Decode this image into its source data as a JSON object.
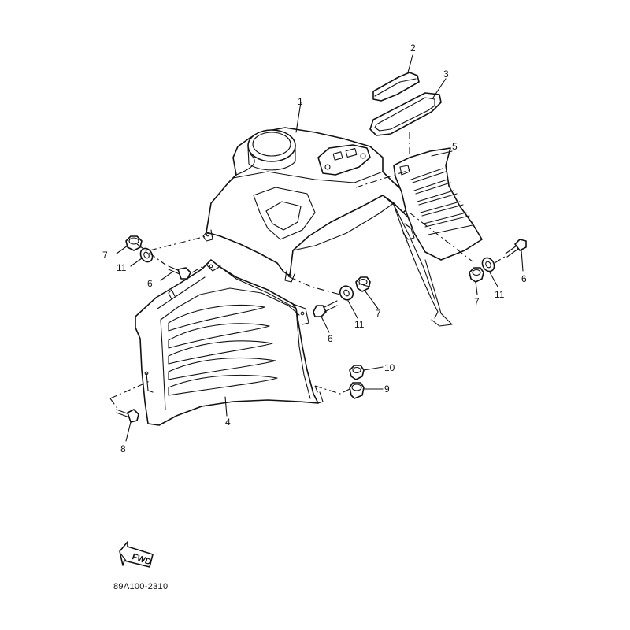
{
  "diagram": {
    "callouts": {
      "p1": "1",
      "p2": "2",
      "p3": "3",
      "p4": "4",
      "p5": "5",
      "p6a": "6",
      "p6b": "6",
      "p6c": "6",
      "p7a": "7",
      "p7b": "7",
      "p7c": "7",
      "p8": "8",
      "p9": "9",
      "p10": "10",
      "p11a": "11",
      "p11b": "11",
      "p11c": "11"
    },
    "direction_label": "FWD",
    "drawing_code": "89A100-2310"
  }
}
